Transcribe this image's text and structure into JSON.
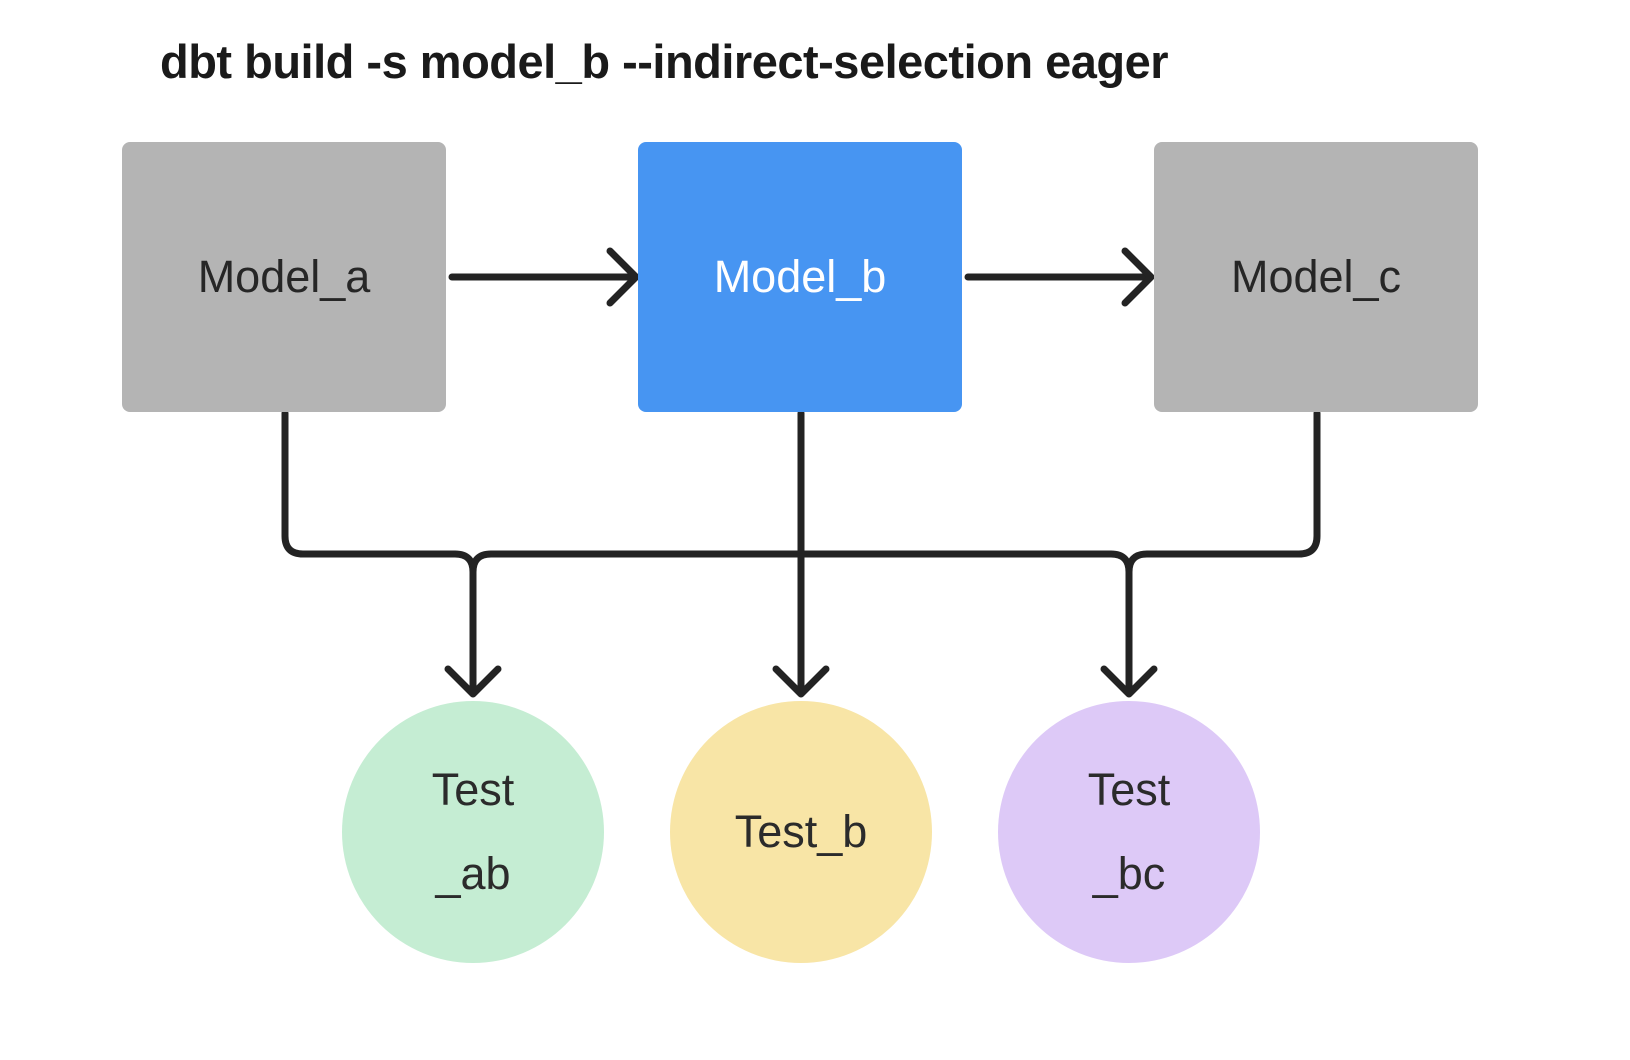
{
  "title": "dbt build -s model_b --indirect-selection eager",
  "colors": {
    "background": "#ffffff",
    "title_text": "#1a1a1a",
    "model_default_fill": "#b4b4b4",
    "model_default_text": "#262626",
    "model_selected_fill": "#4795f2",
    "model_selected_text": "#ffffff",
    "edge_stroke": "#232323",
    "test_ab_fill": "#c5edd3",
    "test_b_fill": "#f8e5a6",
    "test_bc_fill": "#ddc9f7",
    "test_text": "#2b2b2b"
  },
  "models": [
    {
      "label": "Model_a",
      "selected": false
    },
    {
      "label": "Model_b",
      "selected": true
    },
    {
      "label": "Model_c",
      "selected": false
    }
  ],
  "tests": [
    {
      "lines": [
        "Test",
        "_ab"
      ]
    },
    {
      "lines": [
        "Test_b"
      ]
    },
    {
      "lines": [
        "Test",
        "_bc"
      ]
    }
  ],
  "edges": [
    {
      "from": "Model_a",
      "to": "Model_b"
    },
    {
      "from": "Model_b",
      "to": "Model_c"
    },
    {
      "from": "Model_a",
      "to": "Test_ab"
    },
    {
      "from": "Model_b",
      "to": "Test_ab"
    },
    {
      "from": "Model_b",
      "to": "Test_b"
    },
    {
      "from": "Model_b",
      "to": "Test_bc"
    },
    {
      "from": "Model_c",
      "to": "Test_bc"
    }
  ]
}
